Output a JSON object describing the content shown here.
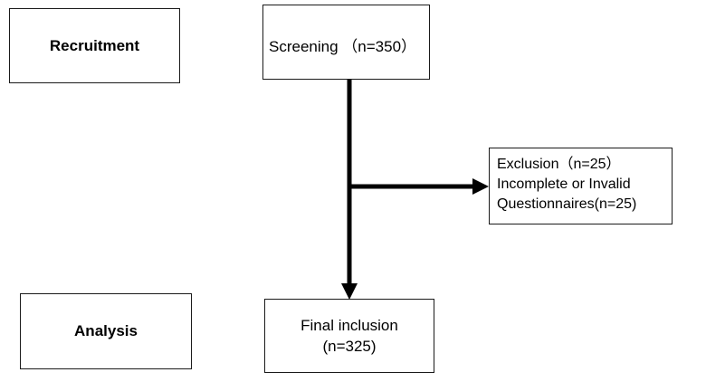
{
  "stages": {
    "recruitment": "Recruitment",
    "analysis": "Analysis"
  },
  "screening": {
    "text": "Screening （n=350）"
  },
  "exclusion": {
    "line1": "Exclusion（n=25）",
    "line2": "Incomplete or Invalid",
    "line3": "Questionnaires(n=25)"
  },
  "final": {
    "line1": "Final inclusion",
    "line2": "(n=325)"
  },
  "colors": {
    "line": "#000000",
    "border": "#1a1a1a",
    "background": "#ffffff"
  }
}
